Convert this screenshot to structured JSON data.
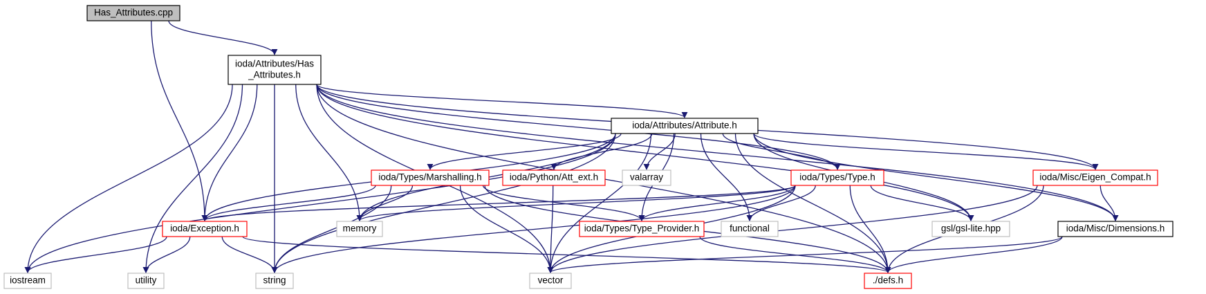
{
  "colors": {
    "edge": "#191970",
    "root_fill": "#bfbfbf",
    "root_border": "#000000",
    "documented_border": "#000000",
    "partial_border": "#ff0000",
    "external_border": "#bfbfbf",
    "external_text": "#000000"
  },
  "nodes": [
    {
      "id": "n_has_cpp",
      "kind": "root",
      "lines": [
        "Has_Attributes.cpp"
      ]
    },
    {
      "id": "n_has_h",
      "kind": "documented",
      "lines": [
        "ioda/Attributes/Has",
        "_Attributes.h"
      ]
    },
    {
      "id": "n_attr",
      "kind": "documented",
      "lines": [
        "ioda/Attributes/Attribute.h"
      ]
    },
    {
      "id": "n_marsh",
      "kind": "partial",
      "lines": [
        "ioda/Types/Marshalling.h"
      ]
    },
    {
      "id": "n_att_ext",
      "kind": "partial",
      "lines": [
        "ioda/Python/Att_ext.h"
      ]
    },
    {
      "id": "n_valarray",
      "kind": "external",
      "lines": [
        "valarray"
      ]
    },
    {
      "id": "n_type",
      "kind": "partial",
      "lines": [
        "ioda/Types/Type.h"
      ]
    },
    {
      "id": "n_eigen",
      "kind": "partial",
      "lines": [
        "ioda/Misc/Eigen_Compat.h"
      ]
    },
    {
      "id": "n_exc",
      "kind": "partial",
      "lines": [
        "ioda/Exception.h"
      ]
    },
    {
      "id": "n_memory",
      "kind": "external",
      "lines": [
        "memory"
      ]
    },
    {
      "id": "n_typeprov",
      "kind": "partial",
      "lines": [
        "ioda/Types/Type_Provider.h"
      ]
    },
    {
      "id": "n_functional",
      "kind": "external",
      "lines": [
        "functional"
      ]
    },
    {
      "id": "n_gsl",
      "kind": "external",
      "lines": [
        "gsl/gsl-lite.hpp"
      ]
    },
    {
      "id": "n_dims",
      "kind": "documented",
      "lines": [
        "ioda/Misc/Dimensions.h"
      ]
    },
    {
      "id": "n_iostream",
      "kind": "external",
      "lines": [
        "iostream"
      ]
    },
    {
      "id": "n_utility",
      "kind": "external",
      "lines": [
        "utility"
      ]
    },
    {
      "id": "n_string",
      "kind": "external",
      "lines": [
        "string"
      ]
    },
    {
      "id": "n_vector",
      "kind": "external",
      "lines": [
        "vector"
      ]
    },
    {
      "id": "n_defs",
      "kind": "partial",
      "lines": [
        "./defs.h"
      ]
    }
  ],
  "edges": [
    [
      "n_has_cpp",
      "n_has_h"
    ],
    [
      "n_has_cpp",
      "n_exc"
    ],
    [
      "n_has_h",
      "n_attr"
    ],
    [
      "n_has_h",
      "n_type"
    ],
    [
      "n_has_h",
      "n_eigen"
    ],
    [
      "n_has_h",
      "n_dims"
    ],
    [
      "n_has_h",
      "n_gsl"
    ],
    [
      "n_has_h",
      "n_defs"
    ],
    [
      "n_has_h",
      "n_exc"
    ],
    [
      "n_has_h",
      "n_memory"
    ],
    [
      "n_has_h",
      "n_iostream"
    ],
    [
      "n_has_h",
      "n_utility"
    ],
    [
      "n_has_h",
      "n_string"
    ],
    [
      "n_has_h",
      "n_vector"
    ],
    [
      "n_attr",
      "n_marsh"
    ],
    [
      "n_attr",
      "n_att_ext"
    ],
    [
      "n_attr",
      "n_valarray"
    ],
    [
      "n_attr",
      "n_type"
    ],
    [
      "n_attr",
      "n_eigen"
    ],
    [
      "n_attr",
      "n_dims"
    ],
    [
      "n_attr",
      "n_gsl"
    ],
    [
      "n_attr",
      "n_defs"
    ],
    [
      "n_attr",
      "n_functional"
    ],
    [
      "n_attr",
      "n_typeprov"
    ],
    [
      "n_attr",
      "n_vector"
    ],
    [
      "n_attr",
      "n_string"
    ],
    [
      "n_attr",
      "n_memory"
    ],
    [
      "n_attr",
      "n_exc"
    ],
    [
      "n_attr",
      "n_iostream"
    ],
    [
      "n_marsh",
      "n_exc"
    ],
    [
      "n_marsh",
      "n_memory"
    ],
    [
      "n_marsh",
      "n_typeprov"
    ],
    [
      "n_marsh",
      "n_string"
    ],
    [
      "n_marsh",
      "n_vector"
    ],
    [
      "n_marsh",
      "n_defs"
    ],
    [
      "n_att_ext",
      "n_vector"
    ],
    [
      "n_type",
      "n_exc"
    ],
    [
      "n_type",
      "n_memory"
    ],
    [
      "n_type",
      "n_typeprov"
    ],
    [
      "n_type",
      "n_functional"
    ],
    [
      "n_type",
      "n_gsl"
    ],
    [
      "n_type",
      "n_string"
    ],
    [
      "n_type",
      "n_vector"
    ],
    [
      "n_type",
      "n_defs"
    ],
    [
      "n_eigen",
      "n_dims"
    ],
    [
      "n_eigen",
      "n_vector"
    ],
    [
      "n_eigen",
      "n_defs"
    ],
    [
      "n_exc",
      "n_iostream"
    ],
    [
      "n_exc",
      "n_utility"
    ],
    [
      "n_exc",
      "n_string"
    ],
    [
      "n_exc",
      "n_defs"
    ],
    [
      "n_typeprov",
      "n_defs"
    ],
    [
      "n_dims",
      "n_vector"
    ],
    [
      "n_dims",
      "n_defs"
    ]
  ]
}
